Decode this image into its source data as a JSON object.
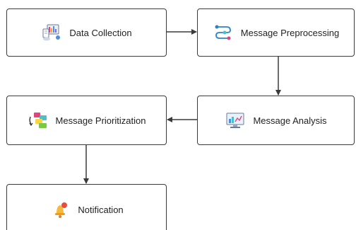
{
  "diagram": {
    "nodes": [
      {
        "id": "data-collection",
        "label": "Data Collection",
        "icon": "data-collection-icon"
      },
      {
        "id": "message-preprocessing",
        "label": "Message Preprocessing",
        "icon": "workflow-icon"
      },
      {
        "id": "message-prioritization",
        "label": "Message Prioritization",
        "icon": "sticky-notes-icon"
      },
      {
        "id": "message-analysis",
        "label": "Message Analysis",
        "icon": "analytics-monitor-icon"
      },
      {
        "id": "notification",
        "label": "Notification",
        "icon": "bell-icon"
      }
    ],
    "edges": [
      {
        "from": "data-collection",
        "to": "message-preprocessing"
      },
      {
        "from": "message-preprocessing",
        "to": "message-analysis"
      },
      {
        "from": "message-analysis",
        "to": "message-prioritization"
      },
      {
        "from": "message-prioritization",
        "to": "notification"
      }
    ],
    "colors": {
      "border": "#3a3a3a",
      "arrow": "#3a3a3a",
      "background": "#ffffff"
    }
  }
}
